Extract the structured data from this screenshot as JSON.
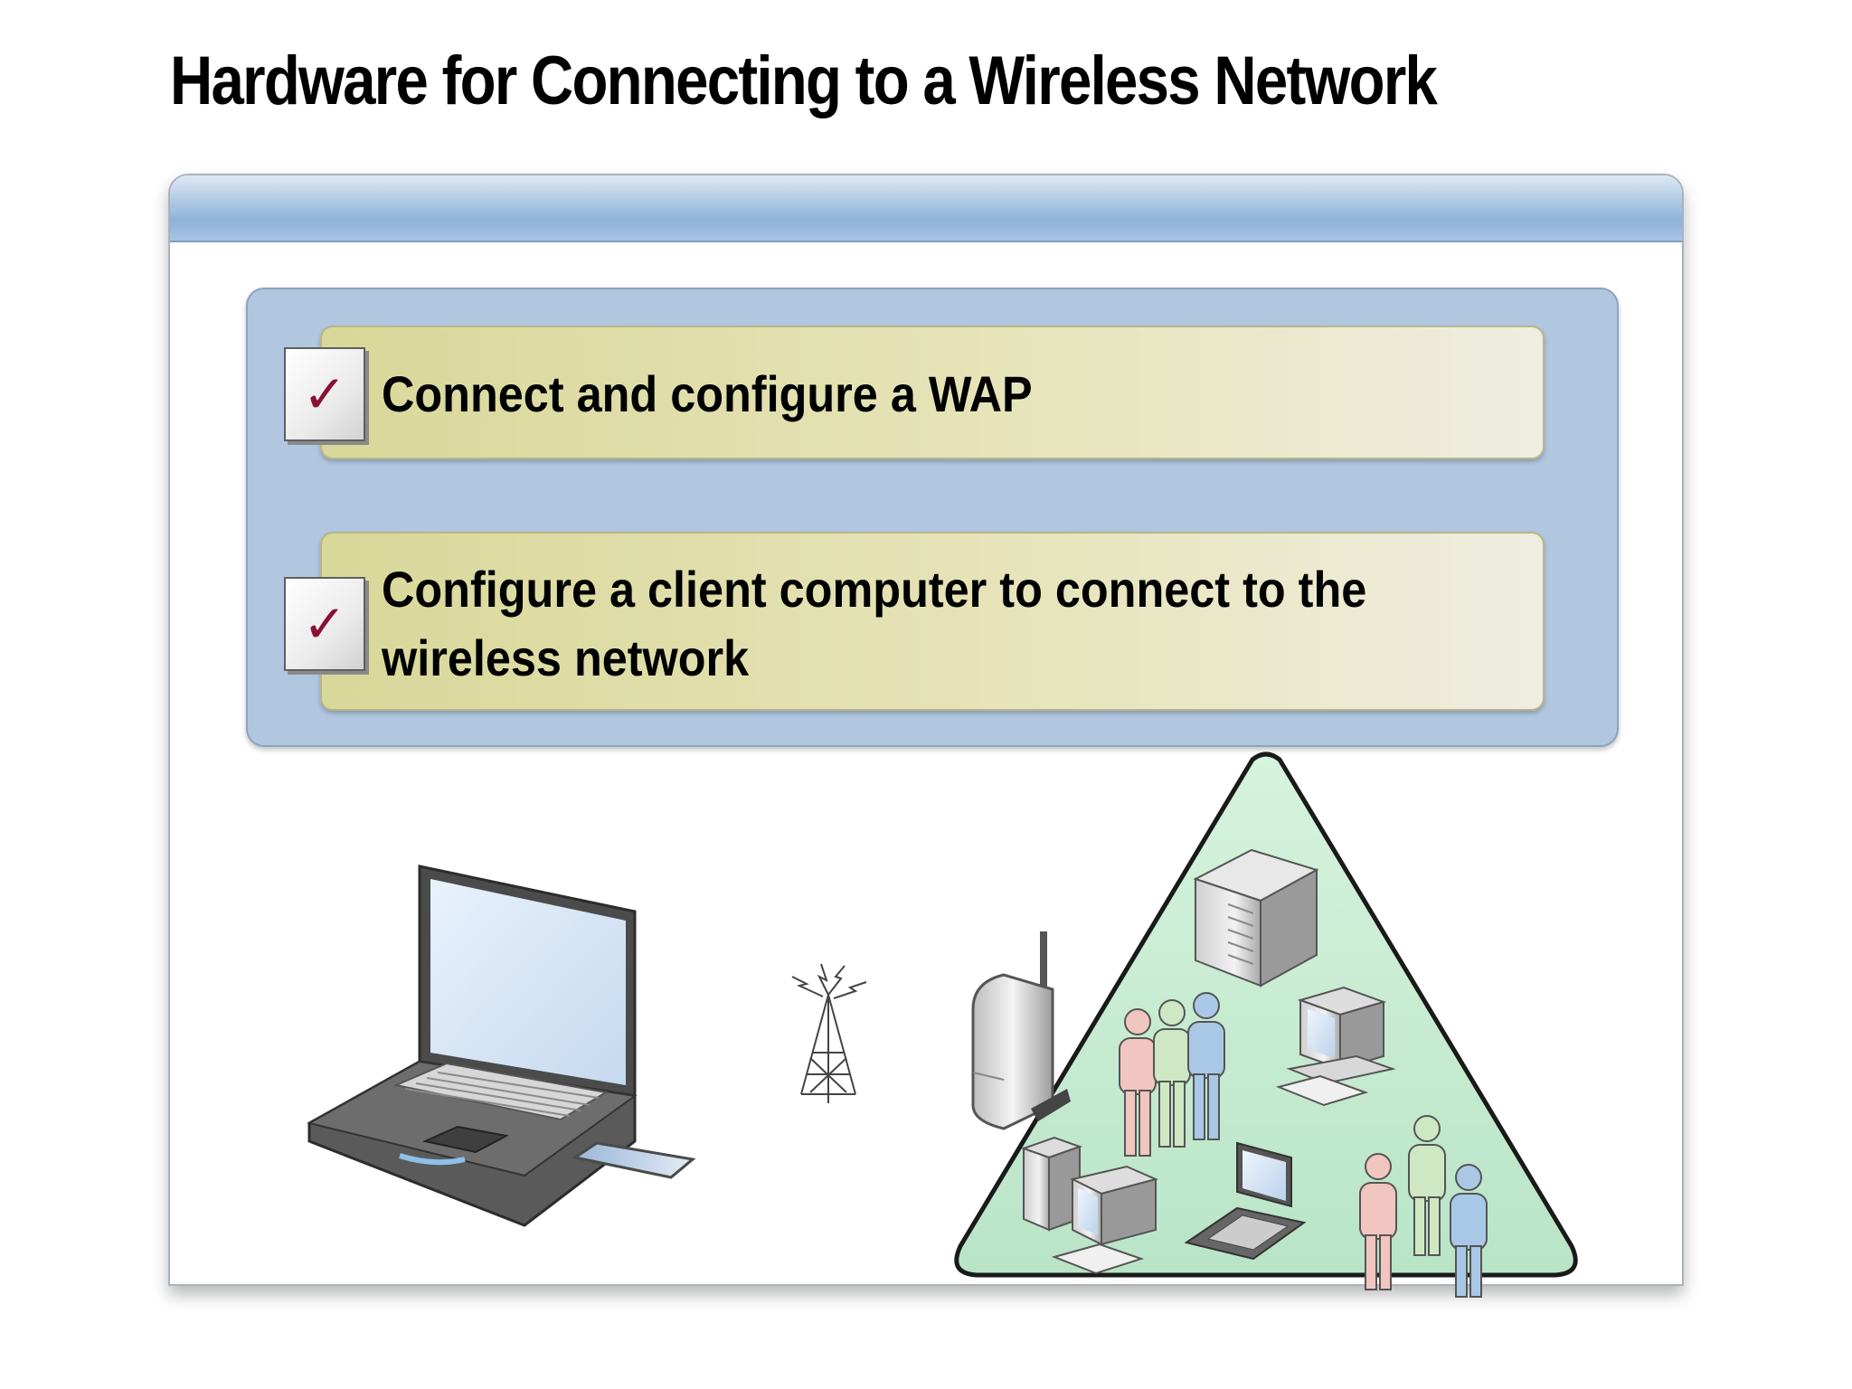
{
  "slide": {
    "title": "Hardware for Connecting to a Wireless Network"
  },
  "bullets": [
    {
      "text": "Connect and configure a WAP",
      "checked": true
    },
    {
      "text": "Configure a client computer to connect to the wireless network",
      "checked": true
    }
  ],
  "icons": {
    "checkmark": "✓",
    "laptop": "laptop-with-wireless-card-icon",
    "antenna": "radio-tower-icon",
    "access_point": "wireless-access-point-icon",
    "network": "network-triangle-icon"
  },
  "colors": {
    "header_blue": "#8fb2da",
    "panel_blue": "#b1c7e0",
    "bullet_fill": "#e6e4b8",
    "check_red": "#8a1034",
    "triangle_green": "#c8ecd4"
  }
}
